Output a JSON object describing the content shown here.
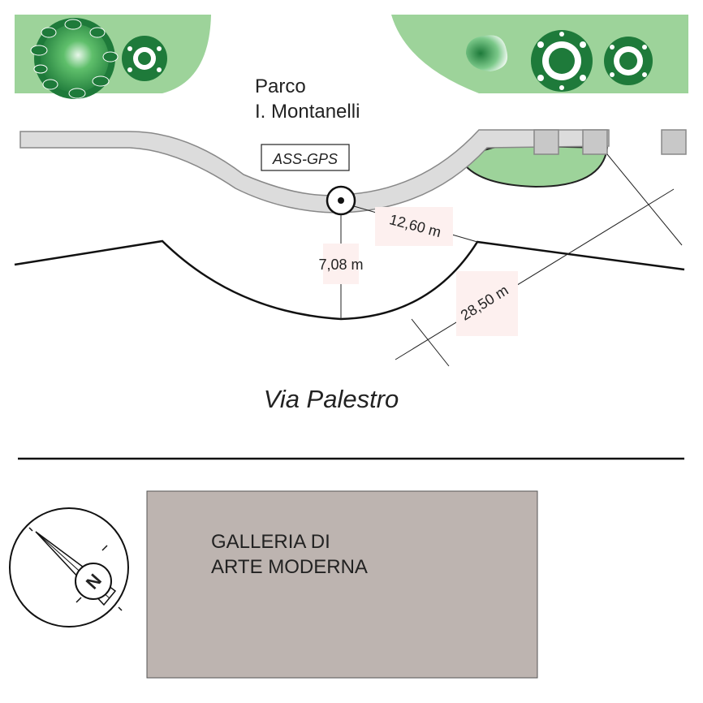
{
  "park": {
    "name_line1": "Parco",
    "name_line2": "I. Montanelli"
  },
  "marker": {
    "label": "ASS-GPS"
  },
  "measurements": {
    "d1": "12,60 m",
    "d2": "7,08 m",
    "d3": "28,50 m"
  },
  "street": {
    "name": "Via Palestro"
  },
  "building": {
    "line1": "GALLERIA DI",
    "line2": "ARTE MODERNA"
  },
  "compass": {
    "letter": "N"
  },
  "colors": {
    "green_area": "#9dd39a",
    "path": "#dcdcdc",
    "building": "#bdb4b0",
    "tree_dark": "#1e7a3a",
    "tree_light": "#5fbf6b",
    "label_bg": "#fdf0ef"
  }
}
